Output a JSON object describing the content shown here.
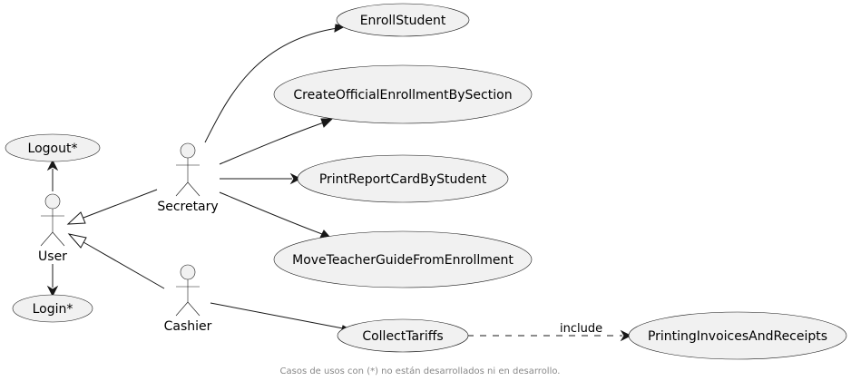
{
  "actors": {
    "user": "User",
    "secretary": "Secretary",
    "cashier": "Cashier"
  },
  "usecases": {
    "enroll_student": "EnrollStudent",
    "create_official_enrollment": "CreateOfficialEnrollmentBySection",
    "print_report_card": "PrintReportCardByStudent",
    "move_teacher_guide": "MoveTeacherGuideFromEnrollment",
    "logout": "Logout*",
    "login": "Login*",
    "collect_tariffs": "CollectTariffs",
    "printing_invoices": "PrintingInvoicesAndReceipts"
  },
  "relations": {
    "include_label": "include"
  },
  "caption": "Casos de usos con (*) no están desarrollados ni en desarrollo."
}
